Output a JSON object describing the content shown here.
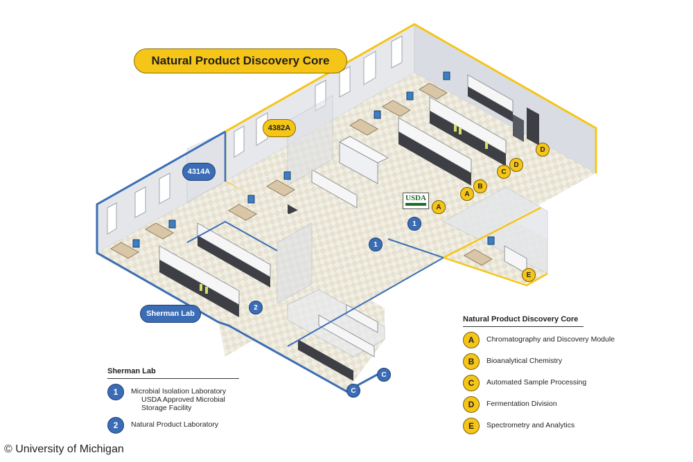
{
  "title": "Natural Product Discovery Core",
  "room_labels": {
    "r4382a": "4382A",
    "r4314a": "4314A",
    "sherman_lab": "Sherman Lab"
  },
  "markers": [
    {
      "id": "A",
      "color": "yellow"
    },
    {
      "id": "A",
      "color": "yellow"
    },
    {
      "id": "B",
      "color": "yellow"
    },
    {
      "id": "C",
      "color": "yellow"
    },
    {
      "id": "D",
      "color": "yellow"
    },
    {
      "id": "D",
      "color": "yellow"
    },
    {
      "id": "E",
      "color": "yellow"
    },
    {
      "id": "1",
      "color": "blue"
    },
    {
      "id": "1",
      "color": "blue"
    },
    {
      "id": "2",
      "color": "blue"
    },
    {
      "id": "C",
      "color": "blue"
    },
    {
      "id": "C",
      "color": "blue"
    }
  ],
  "usda_sign": "USDA",
  "legend_core": {
    "title": "Natural Product Discovery Core",
    "items": [
      {
        "key": "A",
        "label": "Chromatography and Discovery Module"
      },
      {
        "key": "B",
        "label": "Bioanalytical Chemistry"
      },
      {
        "key": "C",
        "label": "Automated Sample Processing"
      },
      {
        "key": "D",
        "label": "Fermentation Division"
      },
      {
        "key": "E",
        "label": "Spectrometry and Analytics"
      }
    ]
  },
  "legend_sherman": {
    "title": "Sherman Lab",
    "items": [
      {
        "key": "1",
        "label": "Microbial Isolation Laboratory",
        "sub1": "USDA Approved Microbial",
        "sub2": "Storage Facility"
      },
      {
        "key": "2",
        "label": "Natural Product Laboratory"
      }
    ]
  },
  "copyright": "© University of Michigan",
  "colors": {
    "core_outline": "#f5c518",
    "sherman_outline": "#3a6db5",
    "wall": "#e4e6ea",
    "wall_dark": "#cfd2d8",
    "floor": "#f1eee3",
    "bench_top": "#f4f4f4",
    "bench_base": "#3d3f44"
  }
}
